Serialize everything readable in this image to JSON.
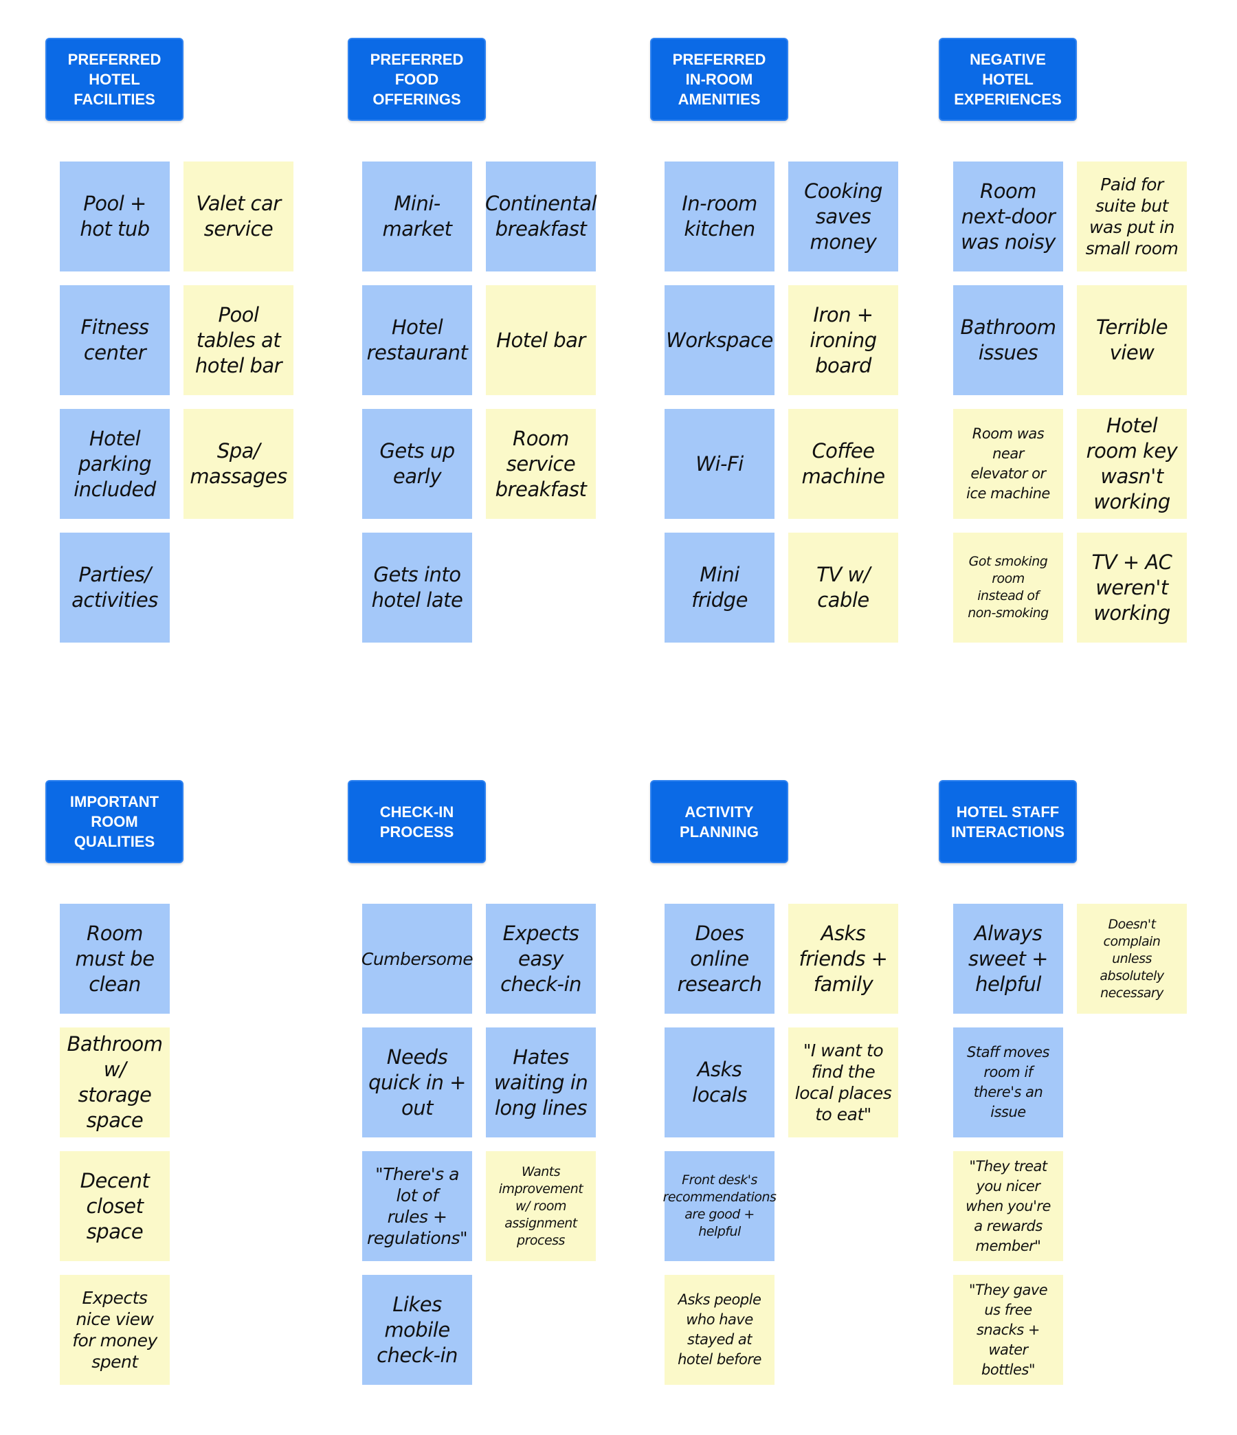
{
  "colors": {
    "header_bg": "#0b6ae6",
    "header_text": "#ffffff",
    "note_blue": "#a4c8f9",
    "note_yellow": "#fbf9c9"
  },
  "groups": [
    {
      "header": "PREFERRED\nHOTEL\nFACILITIES",
      "notes": [
        {
          "text": "Pool +\nhot tub",
          "color": "blue"
        },
        {
          "text": "Valet car\nservice",
          "color": "yellow"
        },
        {
          "text": "Fitness\ncenter",
          "color": "blue"
        },
        {
          "text": "Pool\ntables at\nhotel bar",
          "color": "yellow"
        },
        {
          "text": "Hotel\nparking\nincluded",
          "color": "blue"
        },
        {
          "text": "Spa/\nmassages",
          "color": "yellow"
        },
        {
          "text": "Parties/\nactivities",
          "color": "blue"
        }
      ]
    },
    {
      "header": "PREFERRED\nFOOD\nOFFERINGS",
      "notes": [
        {
          "text": "Mini-\nmarket",
          "color": "blue"
        },
        {
          "text": "Continental\nbreakfast",
          "color": "blue"
        },
        {
          "text": "Hotel\nrestaurant",
          "color": "blue"
        },
        {
          "text": "Hotel bar",
          "color": "yellow"
        },
        {
          "text": "Gets up\nearly",
          "color": "blue"
        },
        {
          "text": "Room\nservice\nbreakfast",
          "color": "yellow"
        },
        {
          "text": "Gets into\nhotel late",
          "color": "blue"
        }
      ]
    },
    {
      "header": "PREFERRED\nIN-ROOM\nAMENITIES",
      "notes": [
        {
          "text": "In-room\nkitchen",
          "color": "blue"
        },
        {
          "text": "Cooking\nsaves\nmoney",
          "color": "blue"
        },
        {
          "text": "Workspace",
          "color": "blue"
        },
        {
          "text": "Iron +\nironing\nboard",
          "color": "yellow"
        },
        {
          "text": "Wi-Fi",
          "color": "blue"
        },
        {
          "text": "Coffee\nmachine",
          "color": "yellow"
        },
        {
          "text": "Mini\nfridge",
          "color": "blue"
        },
        {
          "text": "TV w/\ncable",
          "color": "yellow"
        }
      ]
    },
    {
      "header": "NEGATIVE\nHOTEL\nEXPERIENCES",
      "notes": [
        {
          "text": "Room\nnext-door\nwas noisy",
          "color": "blue"
        },
        {
          "text": "Paid for\nsuite but\nwas put in\nsmall room",
          "color": "yellow"
        },
        {
          "text": "Bathroom\nissues",
          "color": "blue"
        },
        {
          "text": "Terrible\nview",
          "color": "yellow"
        },
        {
          "text": "Room was\nnear\nelevator or\nice machine",
          "color": "yellow"
        },
        {
          "text": "Hotel\nroom key\nwasn't\nworking",
          "color": "yellow"
        },
        {
          "text": "Got smoking\nroom\ninstead of\nnon-smoking",
          "color": "yellow"
        },
        {
          "text": "TV + AC\nweren't\nworking",
          "color": "yellow"
        }
      ]
    },
    {
      "header": "IMPORTANT\nROOM\nQUALITIES",
      "notes": [
        {
          "text": "Room\nmust be\nclean",
          "color": "blue"
        },
        {
          "text": "Bathroom\nw/\nstorage\nspace",
          "color": "yellow"
        },
        {
          "text": "Decent\ncloset\nspace",
          "color": "yellow"
        },
        {
          "text": "Expects\nnice view\nfor money\nspent",
          "color": "yellow"
        }
      ]
    },
    {
      "header": "CHECK-IN\nPROCESS",
      "notes": [
        {
          "text": "Cumbersome",
          "color": "blue"
        },
        {
          "text": "Expects\neasy\ncheck-in",
          "color": "blue"
        },
        {
          "text": "Needs\nquick in +\nout",
          "color": "blue"
        },
        {
          "text": "Hates\nwaiting in\nlong lines",
          "color": "blue"
        },
        {
          "text": "\"There's a\nlot of\nrules +\nregulations\"",
          "color": "blue"
        },
        {
          "text": "Wants\nimprovement\nw/ room\nassignment\nprocess",
          "color": "yellow"
        },
        {
          "text": "Likes\nmobile\ncheck-in",
          "color": "blue"
        }
      ]
    },
    {
      "header": "ACTIVITY\nPLANNING",
      "notes": [
        {
          "text": "Does\nonline\nresearch",
          "color": "blue"
        },
        {
          "text": "Asks\nfriends +\nfamily",
          "color": "yellow"
        },
        {
          "text": "Asks\nlocals",
          "color": "blue"
        },
        {
          "text": "\"I want to\nfind the\nlocal places\nto eat\"",
          "color": "yellow"
        },
        {
          "text": "Front desk's\nrecommendations\nare good +\nhelpful",
          "color": "blue"
        },
        {
          "text": "Asks people\nwho have\nstayed at\nhotel before",
          "color": "yellow"
        }
      ]
    },
    {
      "header": "HOTEL STAFF\nINTERACTIONS",
      "notes": [
        {
          "text": "Always\nsweet +\nhelpful",
          "color": "blue"
        },
        {
          "text": "Doesn't\ncomplain\nunless\nabsolutely\nnecessary",
          "color": "yellow"
        },
        {
          "text": "Staff moves\nroom if\nthere's an\nissue",
          "color": "blue"
        },
        {
          "text": "\"They treat\nyou nicer\nwhen you're\na rewards\nmember\"",
          "color": "yellow"
        },
        {
          "text": "\"They gave\nus free\nsnacks +\nwater\nbottles\"",
          "color": "yellow"
        }
      ]
    }
  ]
}
